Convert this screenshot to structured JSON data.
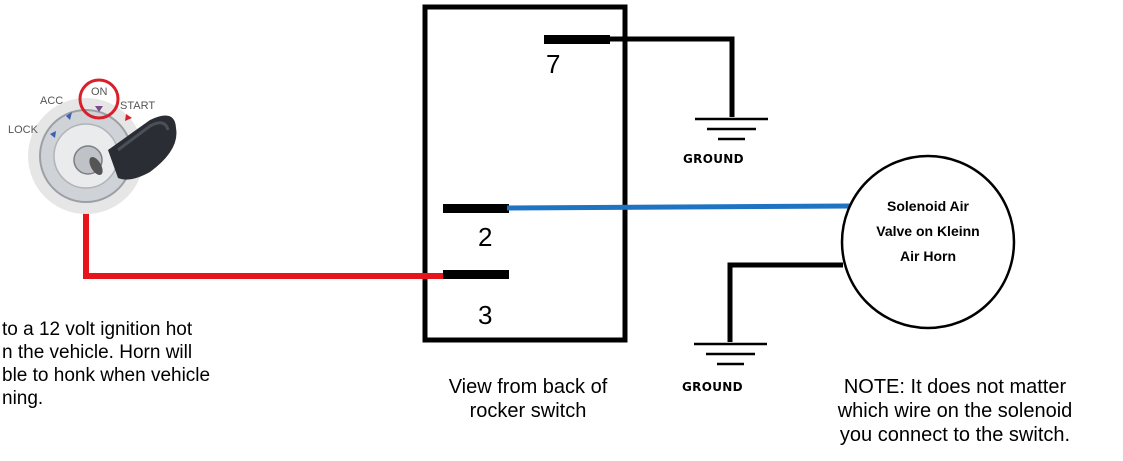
{
  "ignition": {
    "labels": {
      "acc": "ACC",
      "on": "ON",
      "start": "START",
      "lock": "LOCK"
    }
  },
  "switch": {
    "pins": {
      "p7": "7",
      "p2": "2",
      "p3": "3"
    },
    "caption_lines": [
      "View from back of",
      "rocker switch"
    ]
  },
  "ground": {
    "label": "GROUND"
  },
  "horn": {
    "lines": [
      "Solenoid Air",
      "Valve on Kleinn",
      "Air Horn"
    ]
  },
  "notes": {
    "ignition_lines": [
      "to a 12 volt ignition hot",
      "n the vehicle. Horn will",
      "ble to honk when vehicle",
      "ning."
    ],
    "solenoid_lines": [
      "NOTE: It does not matter",
      "which wire on the solenoid",
      "you connect to the switch."
    ]
  },
  "colors": {
    "hot_wire": "#e8141c",
    "horn_wire": "#1f73c3",
    "ground_wire": "#000000",
    "on_circle": "#d9202a"
  }
}
